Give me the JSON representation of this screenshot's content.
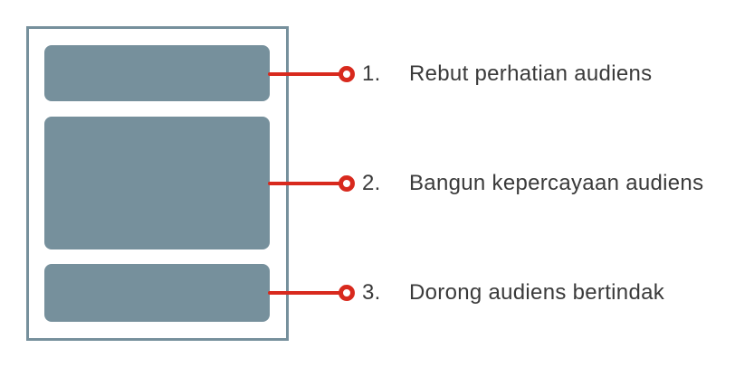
{
  "figure": {
    "type": "callout-diagram",
    "steps": [
      {
        "number": "1.",
        "label": "Rebut perhatian audiens"
      },
      {
        "number": "2.",
        "label": "Bangun kepercayaan audiens"
      },
      {
        "number": "3.",
        "label": "Dorong audiens bertindak"
      }
    ],
    "colors": {
      "slate": "#76909c",
      "red": "#d8291d",
      "text": "#3a3a3a",
      "background": "#ffffff"
    }
  }
}
